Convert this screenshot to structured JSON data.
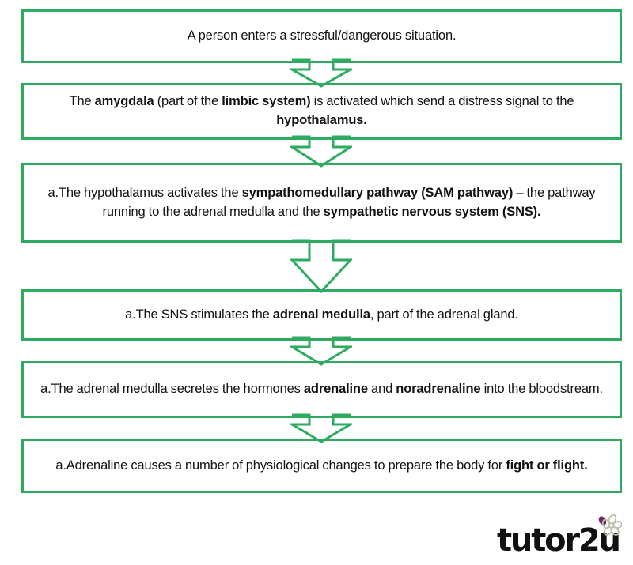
{
  "diagram": {
    "title": "Fight or Flight response flowchart",
    "accent_color": "#2fab61",
    "text_color": "#111111",
    "background_color": "#ffffff",
    "steps": [
      {
        "id": "step-1",
        "prefix": "",
        "html": "A person enters a stressful/dangerous situation.",
        "plain": "A person enters a stressful/dangerous situation."
      },
      {
        "id": "step-2",
        "prefix": "",
        "html": "The <b>amygdala</b> (part of the <b>limbic system)</b> is activated which send a distress signal to the <b>hypothalamus.</b>",
        "plain": "The amygdala (part of the limbic system) is activated which send a distress signal to the hypothalamus."
      },
      {
        "id": "step-3",
        "prefix": "a.",
        "html": "a.The hypothalamus activates the <b>sympathomedullary pathway (SAM pathway)</b> &ndash; the pathway running to the adrenal medulla and the <b>sympathetic nervous system (SNS).</b>",
        "plain": "a.The hypothalamus activates the sympathomedullary pathway (SAM pathway) – the pathway running to the adrenal medulla and the sympathetic nervous system (SNS)."
      },
      {
        "id": "step-4",
        "prefix": "a.",
        "html": "a.The SNS stimulates the <b>adrenal medulla</b>, part of the adrenal gland.",
        "plain": "a.The SNS stimulates the adrenal medulla, part of the adrenal gland."
      },
      {
        "id": "step-5",
        "prefix": "a.",
        "html": "a.The adrenal medulla secretes the hormones <b>adrenaline</b> and <b>noradrenaline</b> into the bloodstream.",
        "plain": "a.The adrenal medulla secretes the hormones adrenaline and noradrenaline into the bloodstream."
      },
      {
        "id": "step-6",
        "prefix": "a.",
        "html": "a.Adrenaline causes a number of physiological changes to prepare the body for <b>fight or flight.</b>",
        "plain": "a.Adrenaline causes a number of physiological changes to prepare the body for fight or flight."
      }
    ],
    "connectors": [
      {
        "id": "arrow-1",
        "from": "step-1",
        "to": "step-2",
        "shape": "down-arrow-outline"
      },
      {
        "id": "arrow-2",
        "from": "step-2",
        "to": "step-3",
        "shape": "down-arrow-outline"
      },
      {
        "id": "arrow-3",
        "from": "step-3",
        "to": "step-4",
        "shape": "down-arrow-outline"
      },
      {
        "id": "arrow-4",
        "from": "step-4",
        "to": "step-5",
        "shape": "down-arrow-outline"
      },
      {
        "id": "arrow-5",
        "from": "step-5",
        "to": "step-6",
        "shape": "down-arrow-outline"
      }
    ]
  },
  "logo": {
    "wordmark": "tutor2u",
    "petal_color": "#6b2a6b",
    "flower_color": "#b9bfa8",
    "icon_name": "flower-icon"
  }
}
